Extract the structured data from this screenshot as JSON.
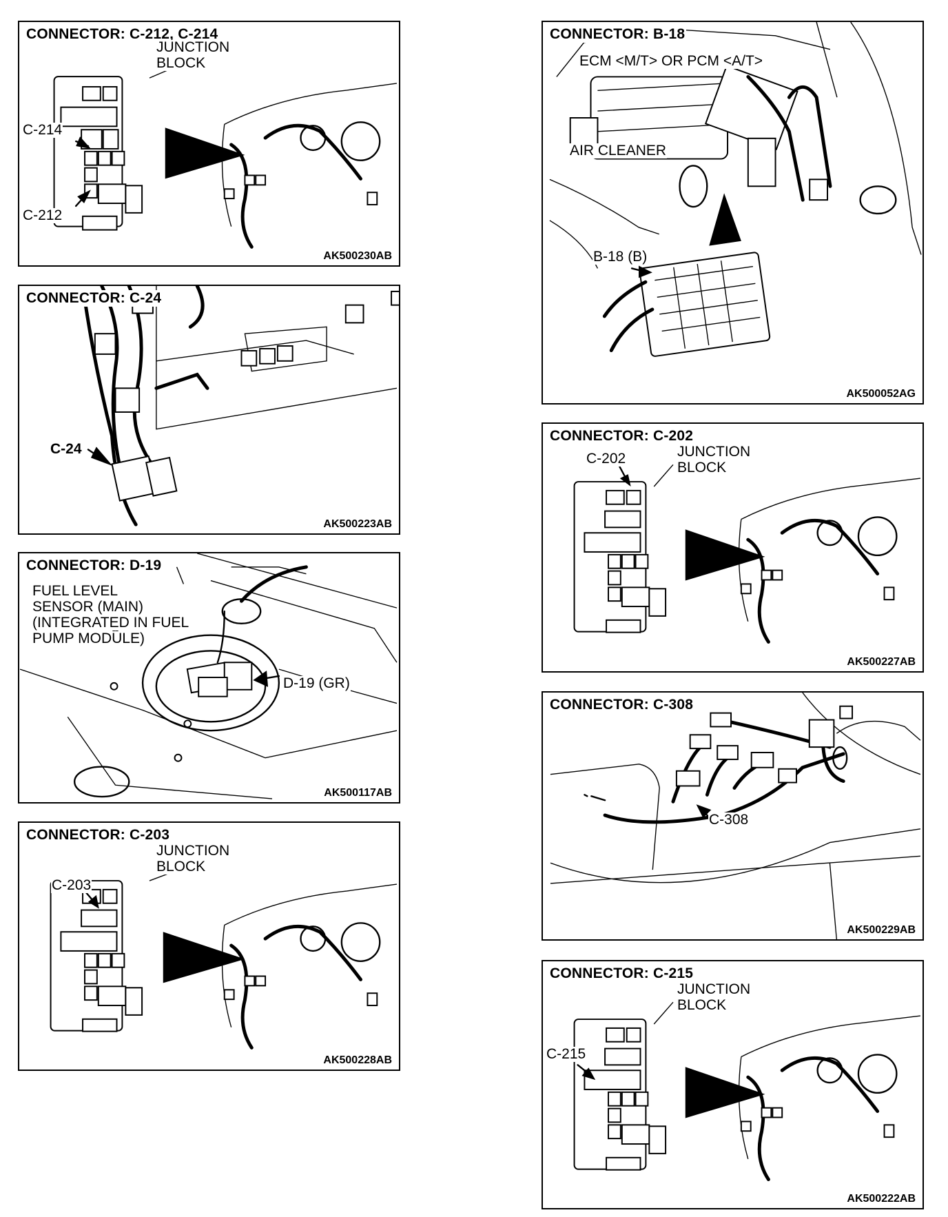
{
  "panels": [
    {
      "title": "CONNECTOR: C-212, C-214",
      "code": "AK500230AB",
      "labels": {
        "junction": "JUNCTION",
        "block": "BLOCK",
        "c214": "C-214",
        "c212": "C-212"
      }
    },
    {
      "title": "CONNECTOR: C-24",
      "code": "AK500223AB",
      "labels": {
        "c24": "C-24"
      }
    },
    {
      "title": "CONNECTOR: D-19",
      "code": "AK500117AB",
      "labels": {
        "line1": "FUEL LEVEL",
        "line2": "SENSOR (MAIN)",
        "line3": "(INTEGRATED IN FUEL",
        "line4": "PUMP MODULE)",
        "d19": "D-19 (GR)"
      }
    },
    {
      "title": "CONNECTOR: C-203",
      "code": "AK500228AB",
      "labels": {
        "junction": "JUNCTION",
        "block": "BLOCK",
        "c203": "C-203"
      }
    },
    {
      "title": "CONNECTOR: B-18",
      "code": "AK500052AG",
      "labels": {
        "ecm": "ECM <M/T> OR PCM <A/T>",
        "air": "AIR CLEANER",
        "b18": "B-18 (B)"
      }
    },
    {
      "title": "CONNECTOR: C-202",
      "code": "AK500227AB",
      "labels": {
        "c202": "C-202",
        "junction": "JUNCTION",
        "block": "BLOCK"
      }
    },
    {
      "title": "CONNECTOR: C-308",
      "code": "AK500229AB",
      "labels": {
        "c308": "C-308"
      }
    },
    {
      "title": "CONNECTOR: C-215",
      "code": "AK500222AB",
      "labels": {
        "junction": "JUNCTION",
        "block": "BLOCK",
        "c215": "C-215"
      }
    }
  ]
}
